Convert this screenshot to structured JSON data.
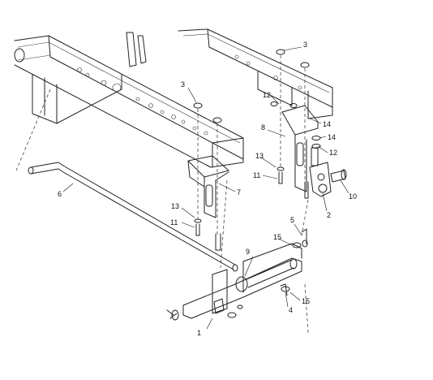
{
  "callouts": [
    {
      "id": "c-1",
      "text": "1"
    },
    {
      "id": "c-2",
      "text": "2"
    },
    {
      "id": "c-3a",
      "text": "3"
    },
    {
      "id": "c-3b",
      "text": "3"
    },
    {
      "id": "c-4",
      "text": "4"
    },
    {
      "id": "c-5",
      "text": "5"
    },
    {
      "id": "c-6",
      "text": "6"
    },
    {
      "id": "c-7",
      "text": "7"
    },
    {
      "id": "c-8",
      "text": "8"
    },
    {
      "id": "c-9",
      "text": "9"
    },
    {
      "id": "c-10",
      "text": "10"
    },
    {
      "id": "c-11a",
      "text": "11"
    },
    {
      "id": "c-11b",
      "text": "11"
    },
    {
      "id": "c-12a",
      "text": "12"
    },
    {
      "id": "c-12b",
      "text": "12"
    },
    {
      "id": "c-13a",
      "text": "13"
    },
    {
      "id": "c-13b",
      "text": "13"
    },
    {
      "id": "c-14a",
      "text": "14"
    },
    {
      "id": "c-14b",
      "text": "14"
    },
    {
      "id": "c-15a",
      "text": "15"
    },
    {
      "id": "c-15b",
      "text": "15"
    }
  ]
}
